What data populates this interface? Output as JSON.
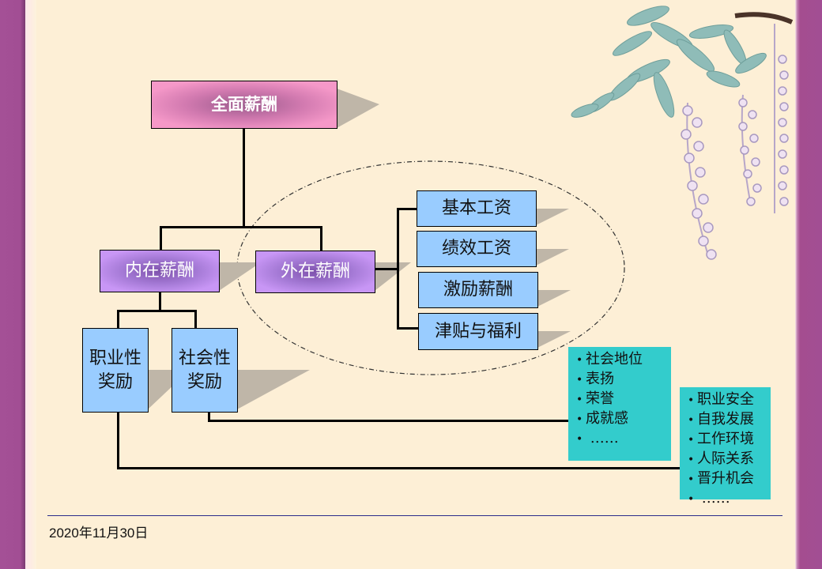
{
  "diagram": {
    "root": {
      "label": "全面薪酬"
    },
    "level2": [
      {
        "label": "内在薪酬"
      },
      {
        "label": "外在薪酬"
      }
    ],
    "intrinsic_children": [
      {
        "label": "职业性\n奖励",
        "line1": "职业性",
        "line2": "奖励"
      },
      {
        "label": "社会性\n奖励",
        "line1": "社会性",
        "line2": "奖励"
      }
    ],
    "extrinsic_children": [
      {
        "label": "基本工资"
      },
      {
        "label": "绩效工资"
      },
      {
        "label": "激励薪酬"
      },
      {
        "label": "津贴与福利"
      }
    ],
    "social_reward_details": {
      "bullet": "•",
      "items": [
        "社会地位",
        "表扬",
        "荣誉",
        "成就感",
        " ……"
      ]
    },
    "career_reward_details": {
      "bullet": "•",
      "items": [
        "职业安全",
        "自我发展",
        "工作环境",
        "人际关系",
        "晋升机会",
        " ……"
      ]
    }
  },
  "footer": {
    "date": "2020年11月30日"
  },
  "colors": {
    "root_fill": "#f598c8",
    "level2_fill": "#c896f5",
    "leaf_fill": "#99ccff",
    "detail_fill": "#33cccc",
    "frame": "#a24e94",
    "background": "#fdefd6"
  }
}
